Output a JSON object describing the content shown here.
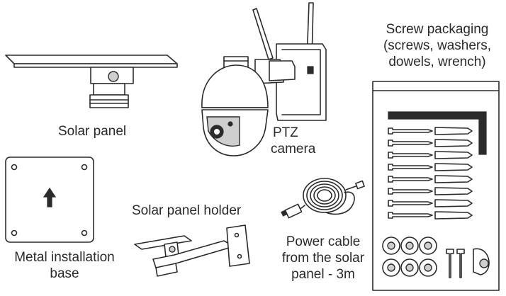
{
  "labels": {
    "solar_panel": "Solar panel",
    "ptz_line1": "PTZ",
    "ptz_line2": "camera",
    "screws_line1": "Screw packaging",
    "screws_line2": "(screws, washers,",
    "screws_line3": "dowels, wrench)",
    "holder": "Solar panel holder",
    "base_line1": "Metal installation",
    "base_line2": "base",
    "cable_line1": "Power cable",
    "cable_line2": "from the solar",
    "cable_line3": "panel - 3m"
  }
}
